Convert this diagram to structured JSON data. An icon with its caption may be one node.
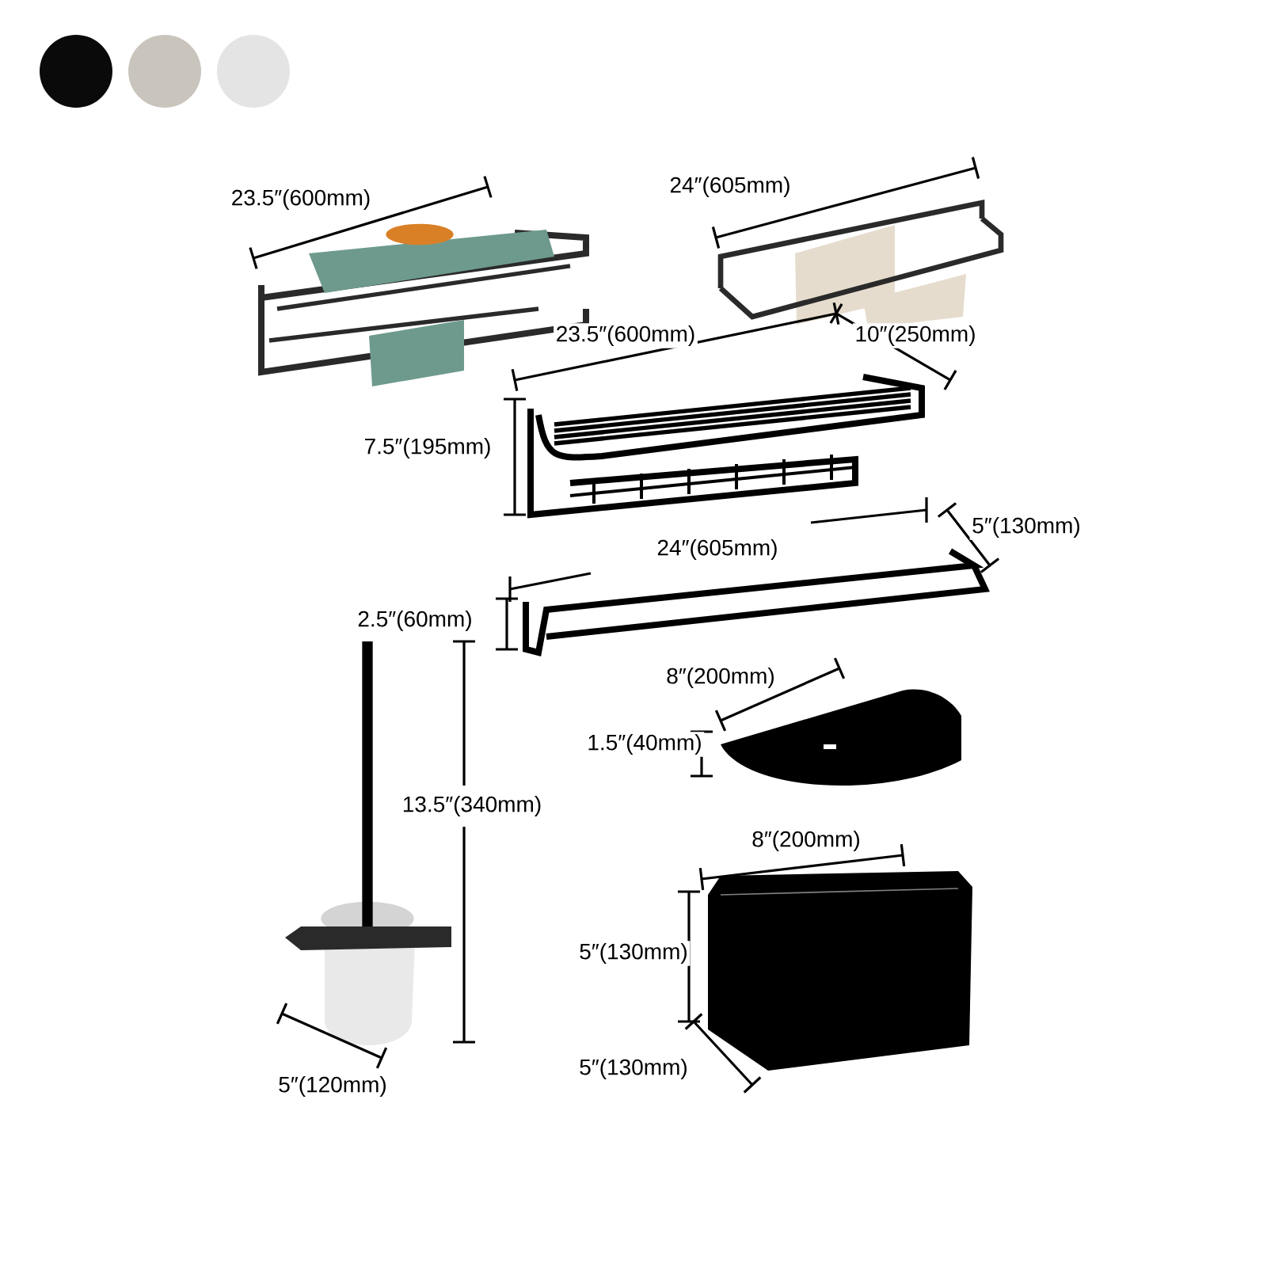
{
  "diagram": {
    "labels": [
      "23.5″(600mm)",
      "24″(605mm)",
      "23.5″(600mm)",
      "10″(250mm)",
      "7.5″(195mm)",
      "5″(130mm)",
      "24″(605mm)",
      "2.5″(60mm)",
      "8″(200mm)",
      "1.5″(40mm)",
      "13.5″(340mm)",
      "8″(200mm)",
      "5″(130mm)",
      "5″(130mm)",
      "5″(120mm)"
    ]
  }
}
